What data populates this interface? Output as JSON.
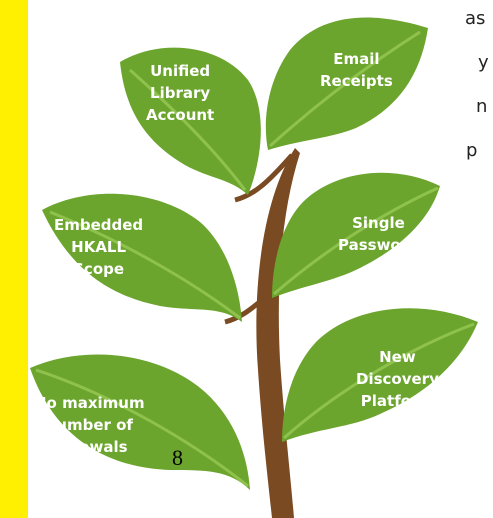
{
  "leaves": [
    {
      "label": "Unified\nLibrary\nAccount"
    },
    {
      "label": "Email\nReceipts"
    },
    {
      "label": "Embedded\nHKALL\nScope"
    },
    {
      "label": "Single\nPassword"
    },
    {
      "label": "No maximum\nnumber of\nrenewals"
    },
    {
      "label": "New\nDiscovery\nPlatform"
    }
  ],
  "page_number": "8",
  "side_text": [
    "as",
    "y",
    "n",
    "p"
  ],
  "colors": {
    "leaf_fill": "#6ca52e",
    "leaf_vein": "#8fc24d",
    "trunk": "#7a4a22",
    "label_text": "#ffffff",
    "side_bar": "#ffef00"
  }
}
